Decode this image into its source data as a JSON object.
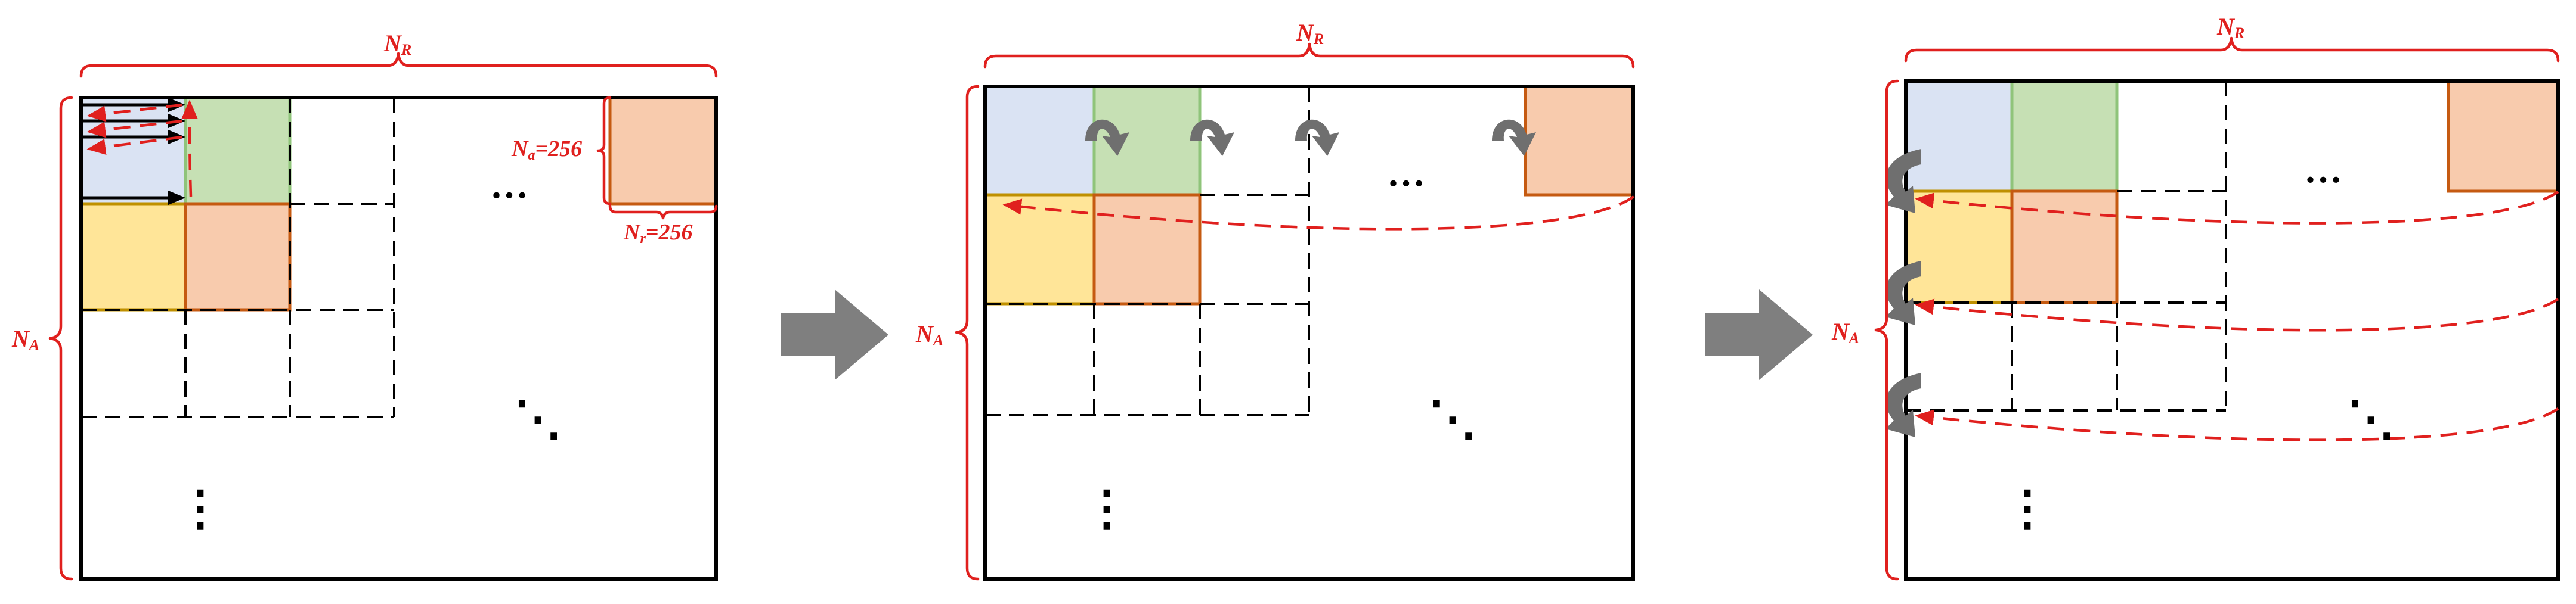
{
  "labels": {
    "n_r": "N",
    "n_r_sub": "R",
    "n_a": "N",
    "n_a_sub": "A",
    "n_a_256": "N",
    "n_a_256_sub": "a",
    "n_a_256_val": "=256",
    "n_r_256": "N",
    "n_r_256_sub": "r",
    "n_r_256_val": "=256",
    "hdots": "…",
    "vdots": "⋮",
    "ddots": "⋱"
  },
  "colors": {
    "accent_red": "#e0201e",
    "tile_blue_fill": "#dae3f3",
    "tile_blue_stroke": "#a9c0e4",
    "tile_green_fill": "#c6e0b4",
    "tile_green_stroke": "#8fc47a",
    "tile_yellow_fill": "#ffe598",
    "tile_yellow_stroke": "#bf9000",
    "tile_orange_fill": "#f8cbad",
    "tile_orange_stroke": "#c55a11",
    "arrow_gray": "#7f7f7f",
    "curl_gray": "#6f6f6f"
  },
  "icons": {
    "stage_arrow": "right-block-arrow-icon",
    "curl": "curved-arrow-icon"
  }
}
